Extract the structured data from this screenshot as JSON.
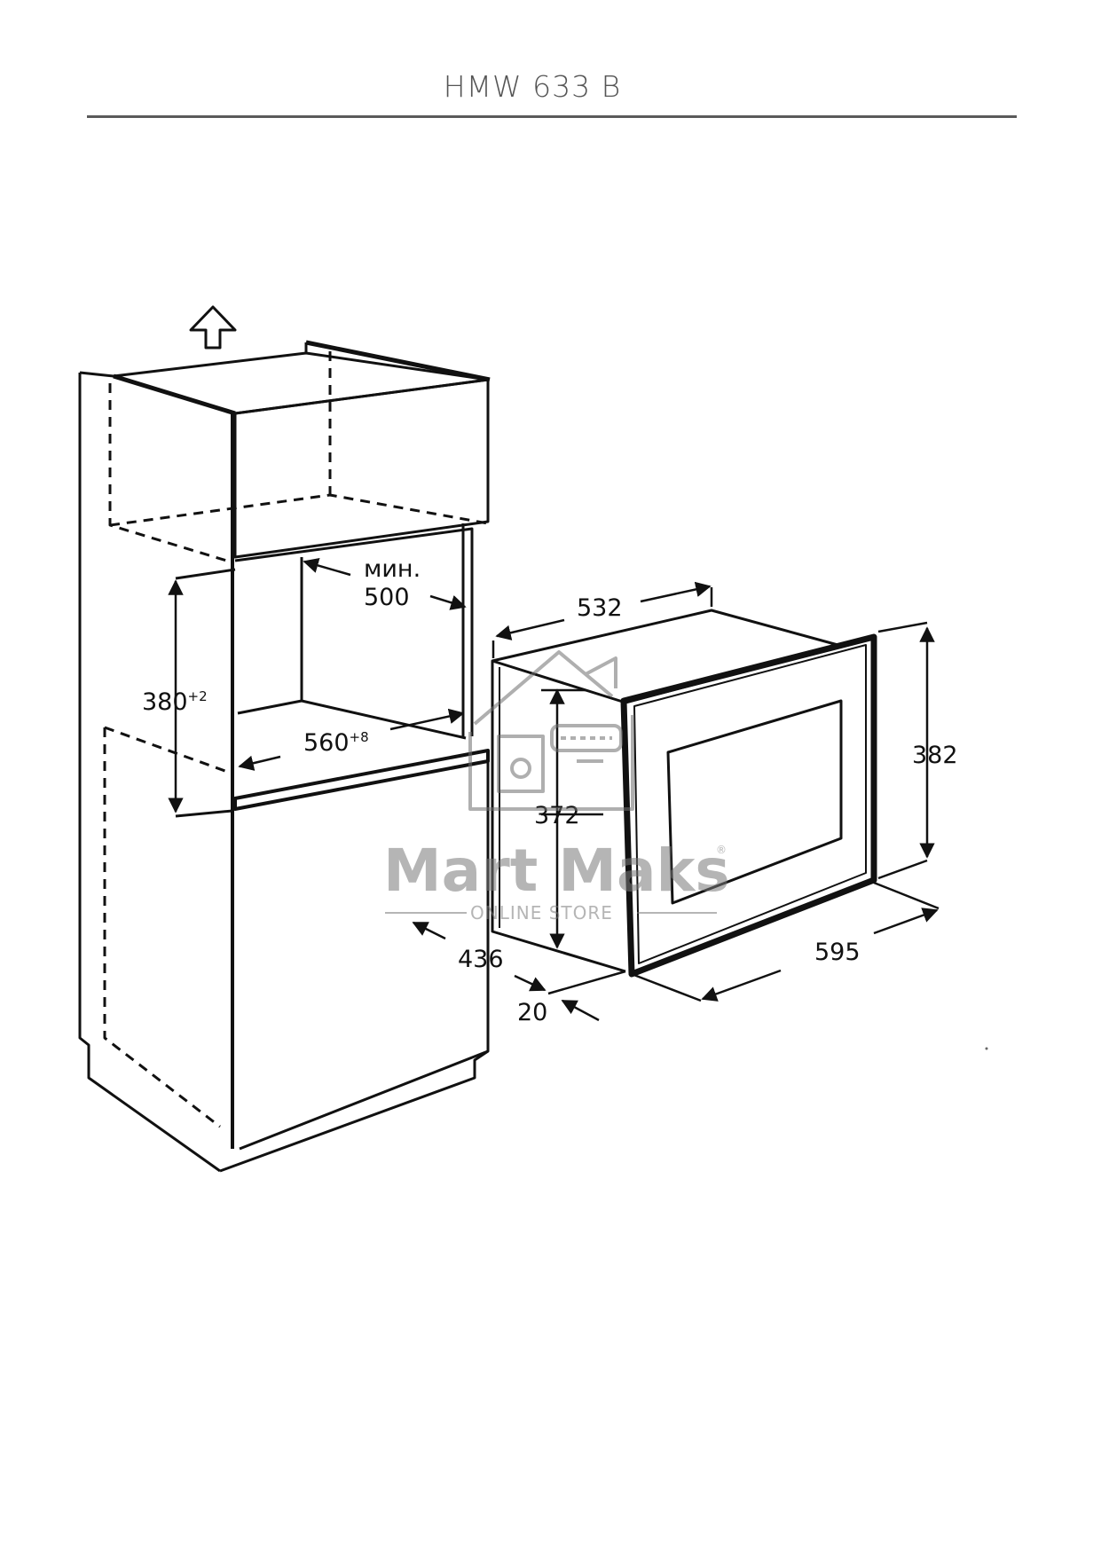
{
  "header": {
    "title": "HMW 633 B"
  },
  "diagram": {
    "cabinet": {
      "height_label": "380",
      "height_tolerance": "+2",
      "width_label": "560",
      "width_tolerance": "+8",
      "depth_min_prefix": "мин.",
      "depth_min_value": "500"
    },
    "appliance": {
      "top_depth": "532",
      "height": "382",
      "inner_height": "372",
      "depth": "436",
      "front_offset": "20",
      "width": "595"
    },
    "icons": {
      "ventilation": "up-arrow-icon"
    }
  },
  "watermark": {
    "brand": "Mart Maks",
    "registered": "®",
    "tagline": "ONLINE STORE"
  }
}
